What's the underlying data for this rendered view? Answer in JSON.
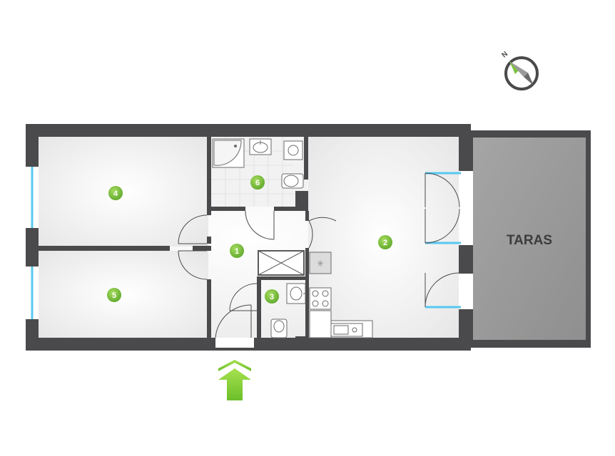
{
  "plan": {
    "compass_letter": "N",
    "terrace_label": "TARAS",
    "rooms": [
      {
        "id": "room-1",
        "label": "1"
      },
      {
        "id": "room-2",
        "label": "2"
      },
      {
        "id": "room-3",
        "label": "3"
      },
      {
        "id": "room-4",
        "label": "4"
      },
      {
        "id": "room-5",
        "label": "5"
      },
      {
        "id": "room-6",
        "label": "6"
      }
    ],
    "colors": {
      "wall": "#4a4a4c",
      "floor": "#f4f4f4",
      "terrace": "#9a9a9a",
      "room_marker": "#7ec242",
      "window": "#58c8f0",
      "entrance_arrow": "#8dd43a"
    },
    "icons": [
      "compass-icon",
      "entrance-arrow-icon",
      "shower-icon",
      "sink-icon",
      "toilet-icon",
      "washing-machine-icon",
      "stove-icon",
      "kitchen-sink-icon",
      "fridge-icon"
    ]
  }
}
